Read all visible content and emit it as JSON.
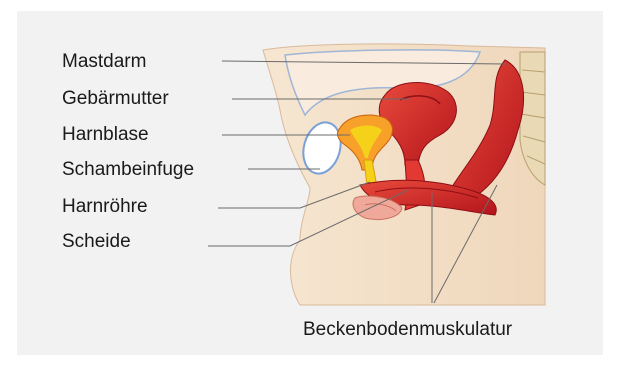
{
  "labels": {
    "mastdarm": "Mastdarm",
    "gebaermutter": "Gebärmutter",
    "harnblase": "Harnblase",
    "schambeinfuge": "Schambeinfuge",
    "harnroehre": "Harnröhre",
    "scheide": "Scheide",
    "beckenboden": "Beckenbodenmuskulatur"
  },
  "colors": {
    "background": "#f2f2f2",
    "skin": "#f3dfc6",
    "muscle": "#d8242a",
    "bladder": "#f5d11a",
    "spine": "#e9d9b4"
  }
}
